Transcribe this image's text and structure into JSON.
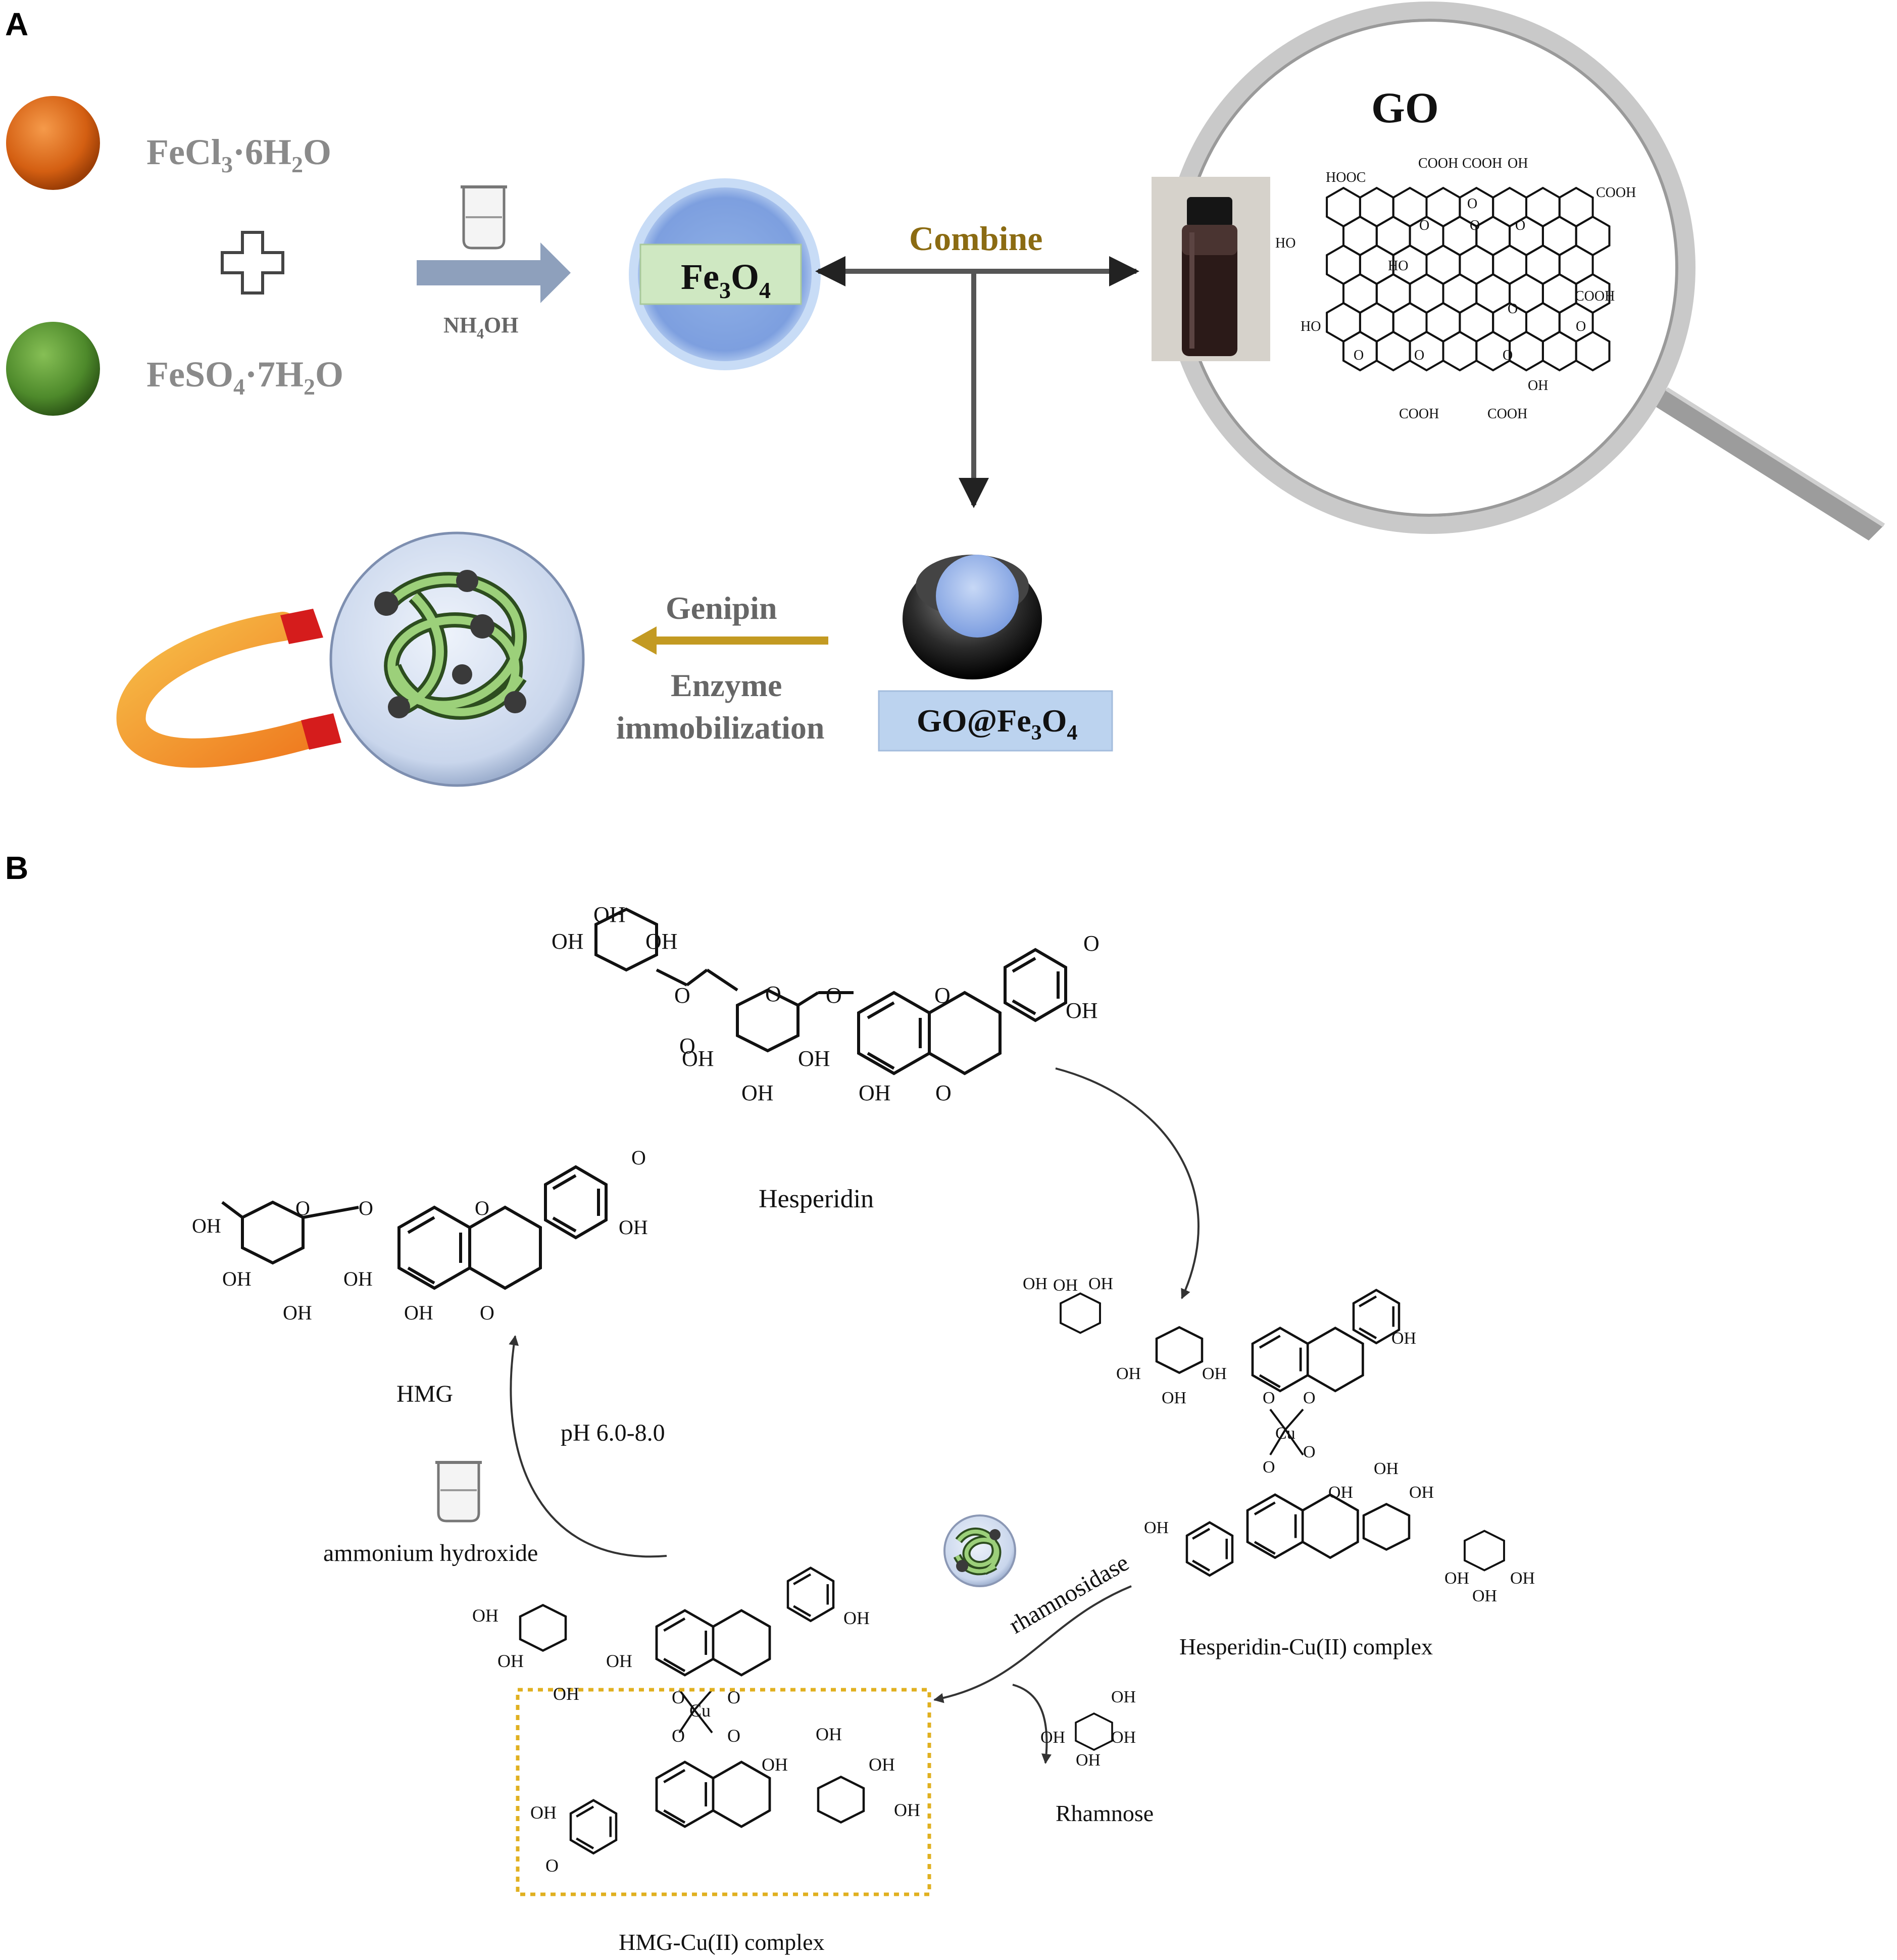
{
  "panels": {
    "a": "A",
    "b": "B"
  },
  "panel_a": {
    "reagent_1": {
      "base": "FeCl",
      "sub1": "3",
      "mid": "·6H",
      "sub2": "2",
      "end": "O"
    },
    "reagent_2": {
      "base": "FeSO",
      "sub1": "4",
      "mid": "·7H",
      "sub2": "2",
      "end": "O"
    },
    "reagent_1_color": "#d45f12",
    "reagent_2_color": "#4e8a2b",
    "reaction_agent": {
      "base": "NH",
      "sub": "4",
      "end": "OH"
    },
    "fe3o4": {
      "base": "Fe",
      "sub1": "3",
      "mid": "O",
      "sub2": "4"
    },
    "combine": "Combine",
    "go_title": "GO",
    "go_fe3o4": {
      "base": "GO@Fe",
      "sub1": "3",
      "mid": "O",
      "sub2": "4"
    },
    "genipin": "Genipin",
    "enzyme_line1": "Enzyme",
    "enzyme_line2": "immobilization",
    "go_groups": [
      "HOOC",
      "COOH",
      "COOH",
      "OH",
      "COOH",
      "HO",
      "HO",
      "COOH",
      "HO",
      "O",
      "OH",
      "COOH",
      "COOH",
      "O",
      "O",
      "O",
      "O",
      "O",
      "O",
      "O",
      "O"
    ],
    "accent_brown": "#8b6b12",
    "accent_gold": "#c39a22"
  },
  "panel_b": {
    "hesperidin": "Hesperidin",
    "hmg": "HMG",
    "ph": "pH  6.0-8.0",
    "ammonium": "ammonium  hydroxide",
    "hesperidin_cu": "Hesperidin-Cu(II) complex",
    "hmg_cu": "HMG-Cu(II) complex",
    "rhamnosidase": "rhamnosidase",
    "rhamnose": "Rhamnose",
    "cu": "Cu",
    "oh": "OH",
    "o": "O",
    "box_color": "#e0b020"
  }
}
